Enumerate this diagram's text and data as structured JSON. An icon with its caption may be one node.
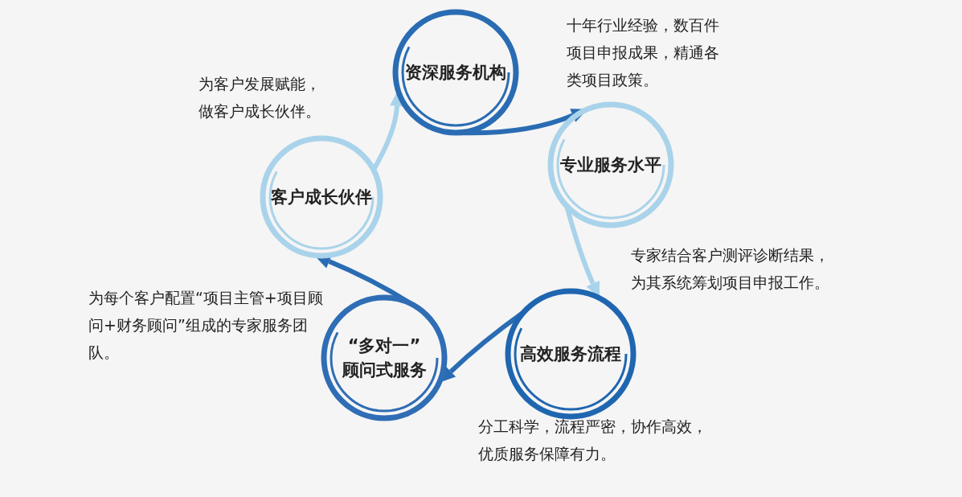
{
  "diagram": {
    "nodes": [
      {
        "text": [
          "资深服务机构"
        ]
      },
      {
        "text": [
          "专业服务水平"
        ]
      },
      {
        "text": [
          "高效服务流程"
        ]
      },
      {
        "text": [
          "“多对一”",
          "顾问式服务"
        ]
      },
      {
        "text": [
          "客户成长伙伴"
        ]
      }
    ],
    "edges": [
      {
        "from": 0,
        "to": 1,
        "arrow": "to",
        "color": "#2a6cb3"
      },
      {
        "from": 1,
        "to": 2,
        "arrow": "to",
        "color": "#a9d3ea"
      },
      {
        "from": 2,
        "to": 3,
        "arrow": "to",
        "color": "#2a6cb3"
      },
      {
        "from": 3,
        "to": 4,
        "arrow": "to",
        "color": "#2a6cb3"
      },
      {
        "from": 4,
        "to": 0,
        "arrow": "to",
        "color": "#a9d3ea"
      }
    ],
    "labels": [
      "十年行业经验，数百件项目申报成果，精通各类项目政策。",
      "为客户发展赋能，做客户成长伙伴。",
      "专家结合客户测评诊断结果，为其系统筹划项目申报工作。",
      "为每个客户配置“项目主管+项目顾问+财务顾问”组成的专家服务团队。",
      "分工科学，流程严密，协作高效，优质服务保障有力。"
    ]
  }
}
